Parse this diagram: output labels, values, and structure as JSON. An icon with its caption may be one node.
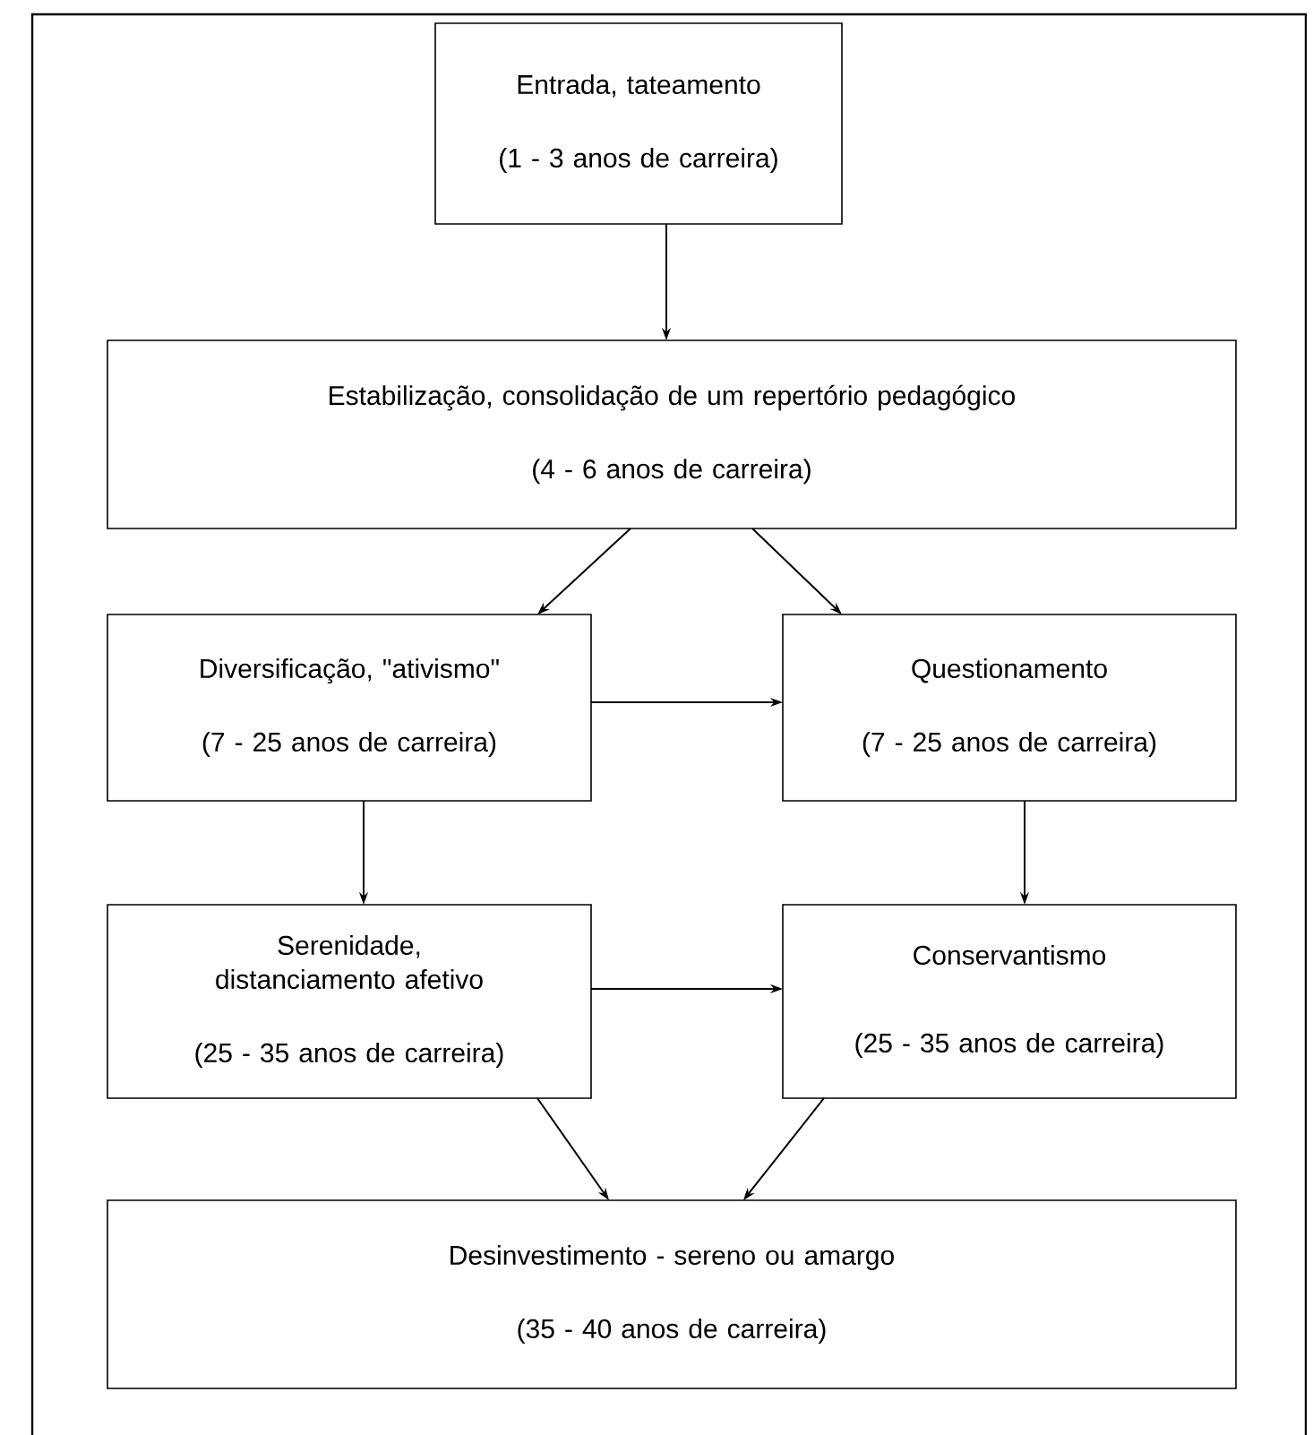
{
  "diagram": {
    "nodes": [
      {
        "text": [
          "Entrada, tateamento",
          "(1 - 3 anos de carreira)"
        ]
      },
      {
        "text": [
          "Estabilização, consolidação de um repertório pedagógico",
          "(4 - 6 anos de carreira)"
        ]
      },
      {
        "text": [
          "Diversificação, \"ativismo\"",
          "(7 - 25 anos de carreira)"
        ]
      },
      {
        "text": [
          "Questionamento",
          "(7 - 25 anos de carreira)"
        ]
      },
      {
        "text": [
          "Serenidade, distanciamento afetivo",
          "(25 - 35 anos de carreira)"
        ]
      },
      {
        "text": [
          "Conservantismo",
          "(25 - 35 anos de carreira)"
        ]
      },
      {
        "text": [
          "Desinvestimento - sereno ou amargo",
          "(35 - 40 anos de carreira)"
        ]
      }
    ],
    "edges": [
      {
        "from": 0,
        "to": 1,
        "arrow": "to"
      },
      {
        "from": 1,
        "to": 2,
        "arrow": "to"
      },
      {
        "from": 1,
        "to": 3,
        "arrow": "to"
      },
      {
        "from": 2,
        "to": 3,
        "arrow": "to"
      },
      {
        "from": 2,
        "to": 4,
        "arrow": "to"
      },
      {
        "from": 3,
        "to": 5,
        "arrow": "to"
      },
      {
        "from": 4,
        "to": 5,
        "arrow": "to"
      },
      {
        "from": 4,
        "to": 6,
        "arrow": "to"
      },
      {
        "from": 5,
        "to": 6,
        "arrow": "to"
      }
    ]
  }
}
